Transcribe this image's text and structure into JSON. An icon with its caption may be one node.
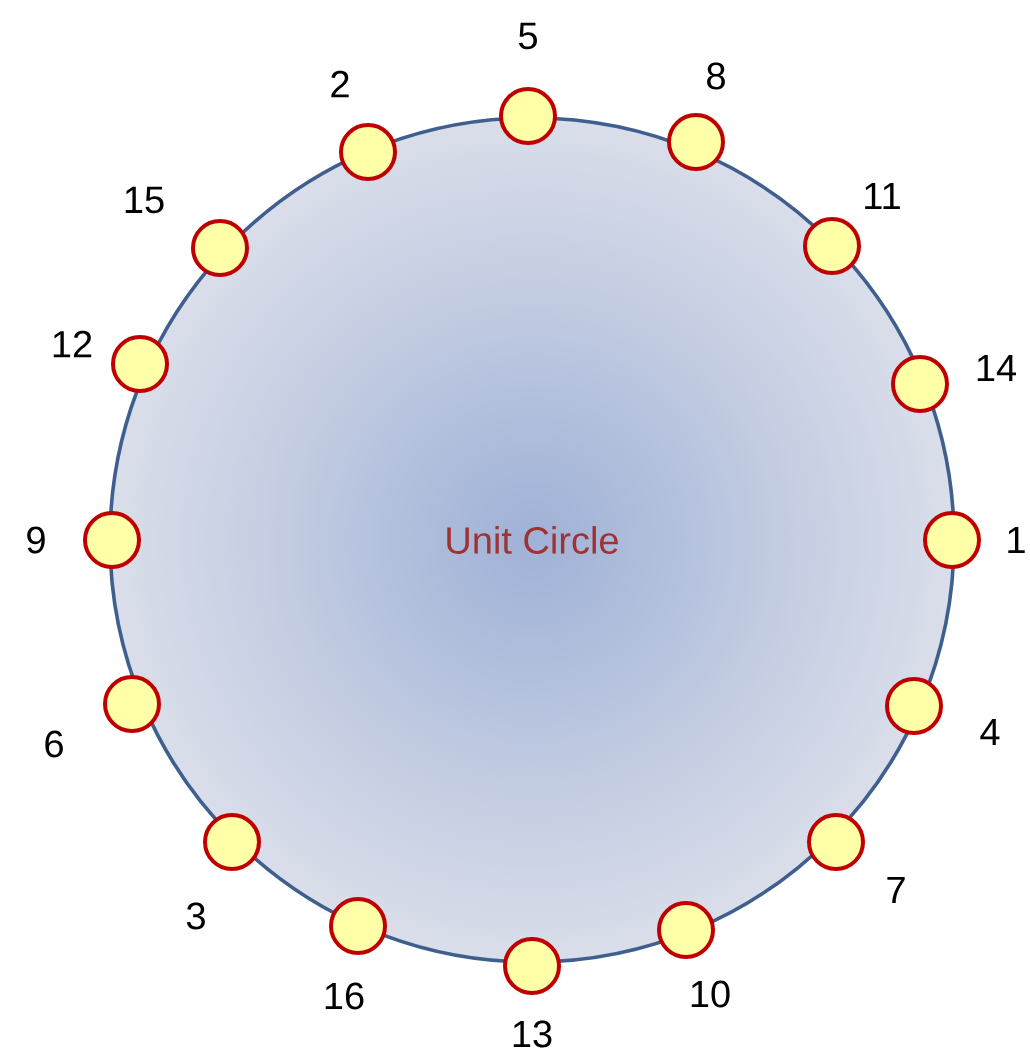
{
  "diagram": {
    "nodes": [
      {
        "text": [
          "Unit Circle"
        ]
      },
      {
        "text": [],
        "shape": "circle",
        "beside": [
          "5"
        ]
      },
      {
        "text": [],
        "shape": "circle",
        "beside": [
          "2"
        ]
      },
      {
        "text": [],
        "shape": "circle",
        "beside": [
          "8"
        ]
      },
      {
        "text": [],
        "shape": "circle",
        "beside": [
          "11"
        ]
      },
      {
        "text": [],
        "shape": "circle",
        "beside": [
          "15"
        ]
      },
      {
        "text": [],
        "shape": "circle",
        "beside": [
          "12"
        ]
      },
      {
        "text": [],
        "shape": "circle",
        "beside": [
          "14"
        ]
      },
      {
        "text": [],
        "shape": "circle",
        "beside": [
          "9"
        ]
      },
      {
        "text": [],
        "shape": "circle",
        "beside": [
          "1"
        ]
      },
      {
        "text": [],
        "shape": "circle",
        "beside": [
          "4"
        ]
      },
      {
        "text": [],
        "shape": "circle",
        "beside": [
          "6"
        ]
      },
      {
        "text": [],
        "shape": "circle",
        "beside": [
          "7"
        ]
      },
      {
        "text": [],
        "shape": "circle",
        "beside": [
          "3"
        ]
      },
      {
        "text": [],
        "shape": "circle",
        "beside": [
          "10"
        ]
      },
      {
        "text": [],
        "shape": "circle",
        "beside": [
          "16"
        ]
      },
      {
        "text": [],
        "shape": "circle",
        "beside": [
          "13"
        ]
      }
    ]
  }
}
